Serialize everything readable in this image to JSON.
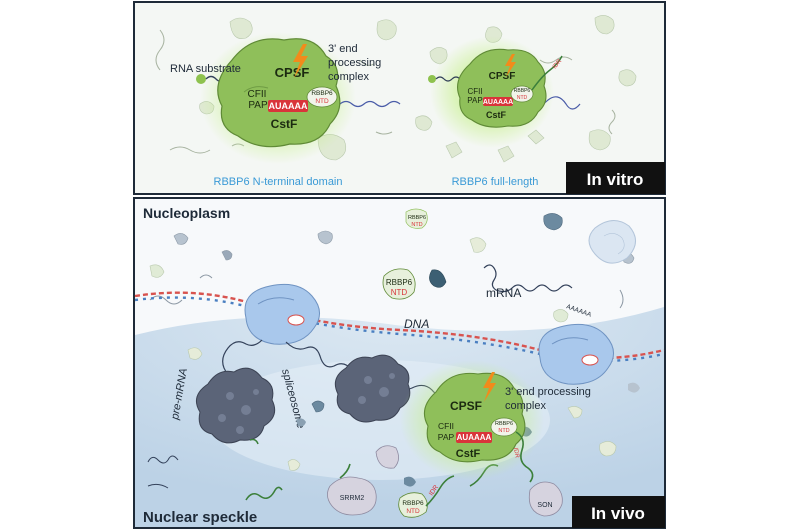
{
  "top_panel": {
    "rna_substrate": "RNA substrate",
    "complex_label_line1": "3' end",
    "complex_label_line2": "processing",
    "complex_label_line3": "complex",
    "left": {
      "cpsf": "CPSF",
      "cfii": "CFII",
      "pap": "PAP",
      "polya": "AUAAAA",
      "rbbp6": "RBBP6",
      "ntd": "NTD",
      "cstf": "CstF",
      "caption": "RBBP6 N-terminal domain"
    },
    "right": {
      "cpsf": "CPSF",
      "cfii": "CFII",
      "pap": "PAP",
      "polya": "AUAAAA",
      "rbbp6": "RBBP6",
      "ntd": "NTD",
      "idr": "IDR",
      "cstf": "CstF",
      "caption": "RBBP6 full-length"
    },
    "badge": "In vitro"
  },
  "bottom_panel": {
    "nucleoplasm": "Nucleoplasm",
    "dna": "DNA",
    "mrna": "mRNA",
    "polya_tail": "AAAAAA",
    "pre_mrna": "pre-mRNA",
    "spliceosome": "spliceosome",
    "complex_line1": "3' end processing",
    "complex_line2": "complex",
    "complex": {
      "cpsf": "CPSF",
      "cfii": "CFII",
      "pap": "PAP",
      "polya": "AUAAAA",
      "rbbp6": "RBBP6",
      "ntd": "NTD",
      "idr": "IDR",
      "cstf": "CstF"
    },
    "floating_rbbp6": "RBBP6",
    "floating_ntd": "NTD",
    "small_rbbp6": "RBBP6",
    "small_ntd": "NTD",
    "speckle_rbbp6": "RBBP6",
    "speckle_ntd": "NTD",
    "speckle_idr": "IDR",
    "srrm2": "SRRM2",
    "son": "SON",
    "nuclear_speckle": "Nuclear speckle",
    "badge": "In vivo"
  },
  "colors": {
    "border": "#1e2a38",
    "top_bg": "#f4f7f4",
    "bottom_bg": "#f7f9fb",
    "speckle_bg": "#cfe0ee",
    "caption_blue": "#3a9ad6",
    "complex_green": "#8fbf5a",
    "glow_green": "#c6f08a",
    "polya_red": "#d9343a",
    "polymerase_blue": "#a9c8ec",
    "spliceosome_grey": "#5b6478",
    "badge_black": "#111111",
    "dna_red": "#d8534f",
    "dna_blue": "#4a7fc1"
  }
}
